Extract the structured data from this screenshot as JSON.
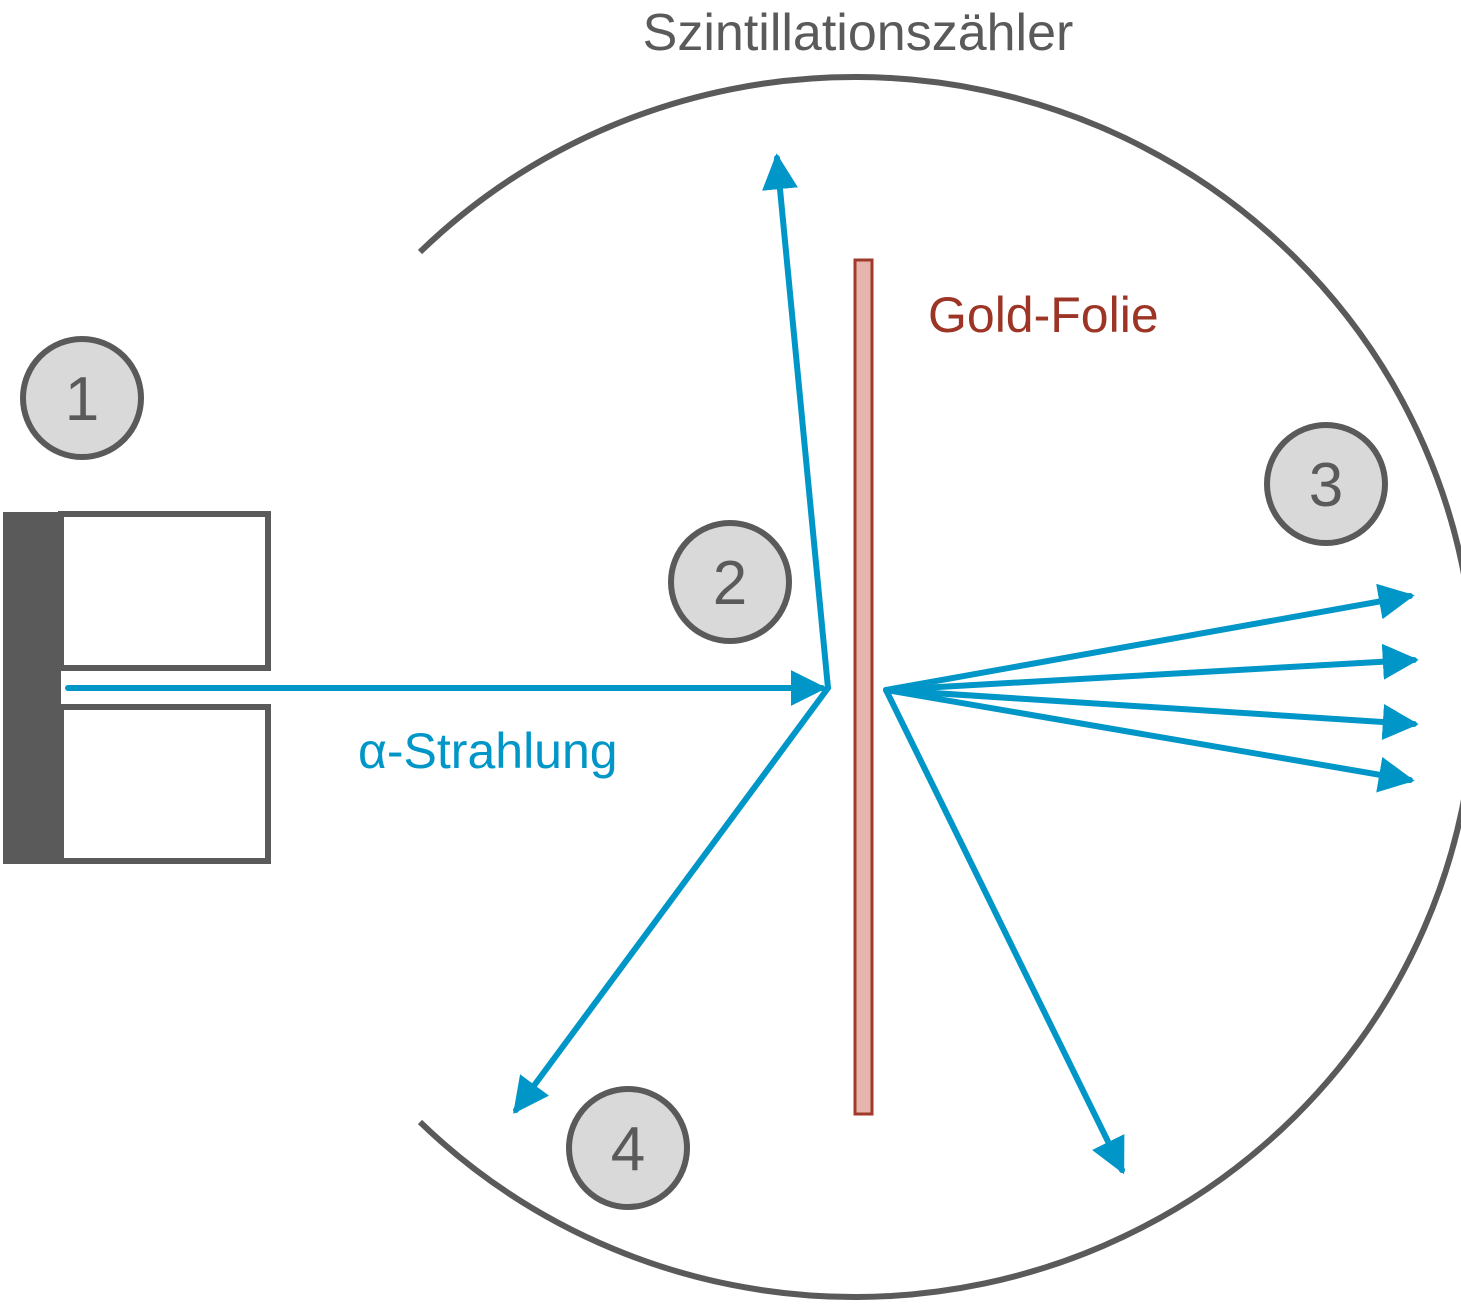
{
  "labels": {
    "detector": "Szintillationszähler",
    "foil": "Gold-Folie",
    "beam": "α-Strahlung"
  },
  "markers": [
    "1",
    "2",
    "3",
    "4"
  ],
  "colors": {
    "beam": "#0096c8",
    "outline": "#5a5a5a",
    "source_block": "#5a5a5a",
    "foil_fill": "#e6b5ae",
    "foil_stroke": "#a03a2a",
    "foil_text": "#9c3525",
    "marker_fill": "#d9d9d9",
    "text_gray": "#5a5a5a"
  }
}
